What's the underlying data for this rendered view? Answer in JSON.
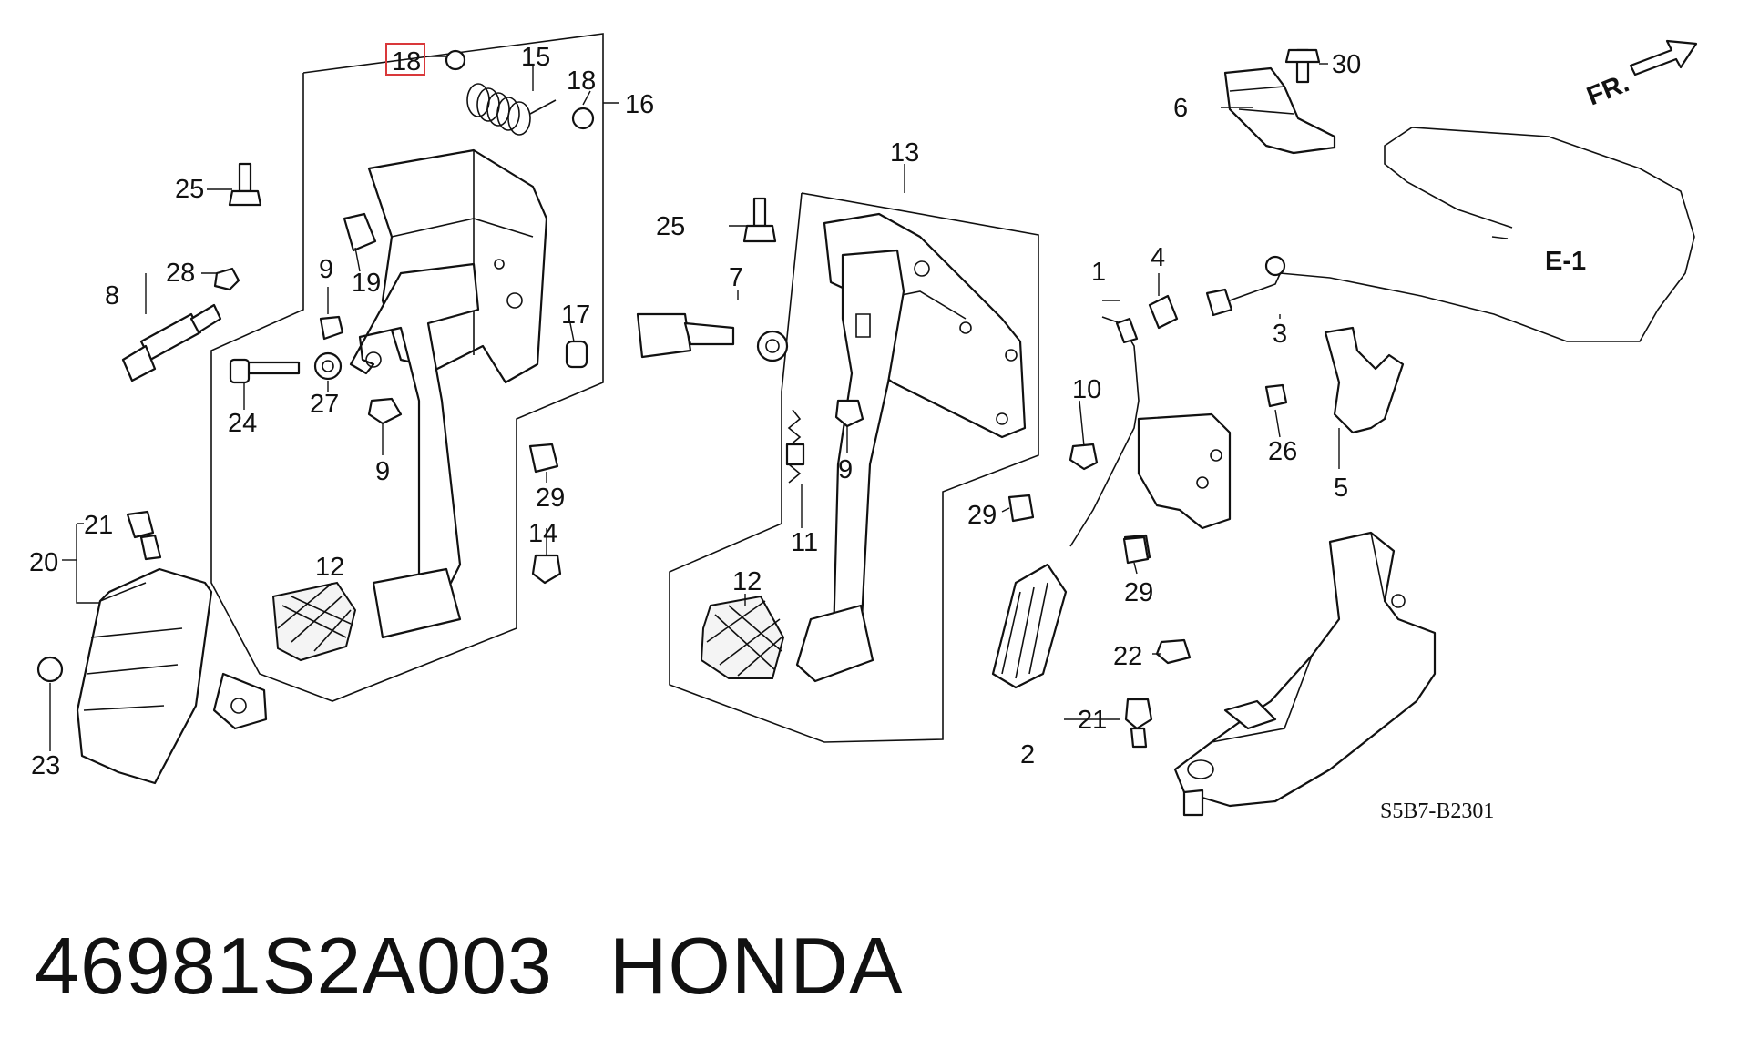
{
  "footer": {
    "part_number": "46981S2A003",
    "brand": "HONDA"
  },
  "diagram": {
    "code": "S5B7-B2301",
    "fr_label": "FR.",
    "ref_label": "E-1",
    "highlight_color": "#d9383a",
    "callouts": {
      "c1": "1",
      "c2": "2",
      "c3": "3",
      "c4": "4",
      "c5": "5",
      "c6": "6",
      "c7": "7",
      "c8": "8",
      "c9a": "9",
      "c9b": "9",
      "c9c": "9",
      "c10": "10",
      "c11": "11",
      "c12a": "12",
      "c12b": "12",
      "c13": "13",
      "c14": "14",
      "c15": "15",
      "c16": "16",
      "c17": "17",
      "c18a": "18",
      "c18b": "18",
      "c19": "19",
      "c20": "20",
      "c21a": "21",
      "c21b": "21",
      "c22": "22",
      "c23": "23",
      "c24": "24",
      "c25a": "25",
      "c25b": "25",
      "c26": "26",
      "c27": "27",
      "c28": "28",
      "c29a": "29",
      "c29b": "29",
      "c29c": "29",
      "c30": "30"
    }
  }
}
